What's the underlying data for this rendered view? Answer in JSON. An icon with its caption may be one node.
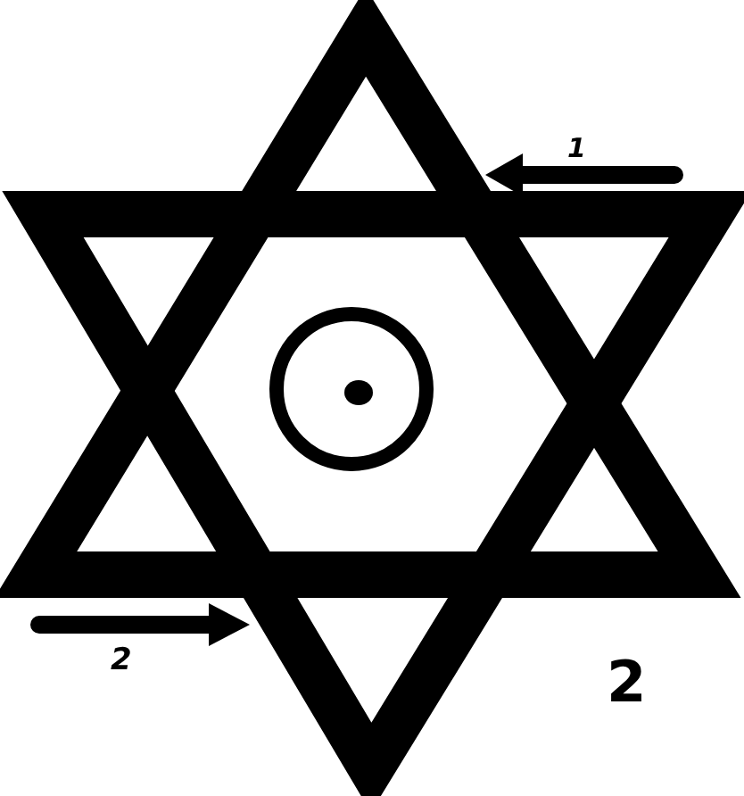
{
  "diagram": {
    "labels": [
      "1",
      "2",
      "2"
    ]
  }
}
